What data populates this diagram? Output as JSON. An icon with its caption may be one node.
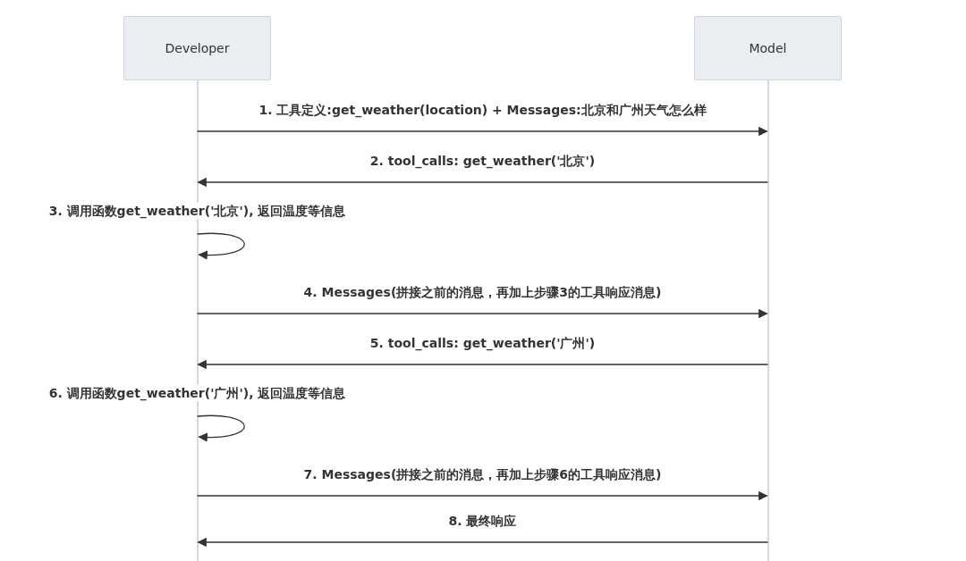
{
  "diagram": {
    "nodes": [
      {
        "text": [
          "Developer"
        ]
      },
      {
        "text": [
          "Model"
        ]
      }
    ],
    "edges": [
      {
        "from": 0,
        "to": 1,
        "arrow": "to",
        "label": "1. 工具定义:get_weather(location) + Messages:北京和广州天气怎么样"
      },
      {
        "from": 1,
        "to": 0,
        "arrow": "to",
        "label": "2. tool_calls: get_weather('北京')"
      },
      {
        "from": 0,
        "to": 0,
        "arrow": "to",
        "label": "3. 调用函数get_weather('北京'), 返回温度等信息"
      },
      {
        "from": 0,
        "to": 1,
        "arrow": "to",
        "label": "4. Messages(拼接之前的消息，再加上步骤3的工具响应消息)"
      },
      {
        "from": 1,
        "to": 0,
        "arrow": "to",
        "label": "5. tool_calls: get_weather('广州')"
      },
      {
        "from": 0,
        "to": 0,
        "arrow": "to",
        "label": "6. 调用函数get_weather('广州'), 返回温度等信息"
      },
      {
        "from": 0,
        "to": 1,
        "arrow": "to",
        "label": "7. Messages(拼接之前的消息，再加上步骤6的工具响应消息)"
      },
      {
        "from": 1,
        "to": 0,
        "arrow": "to",
        "label": "8. 最终响应"
      }
    ]
  }
}
